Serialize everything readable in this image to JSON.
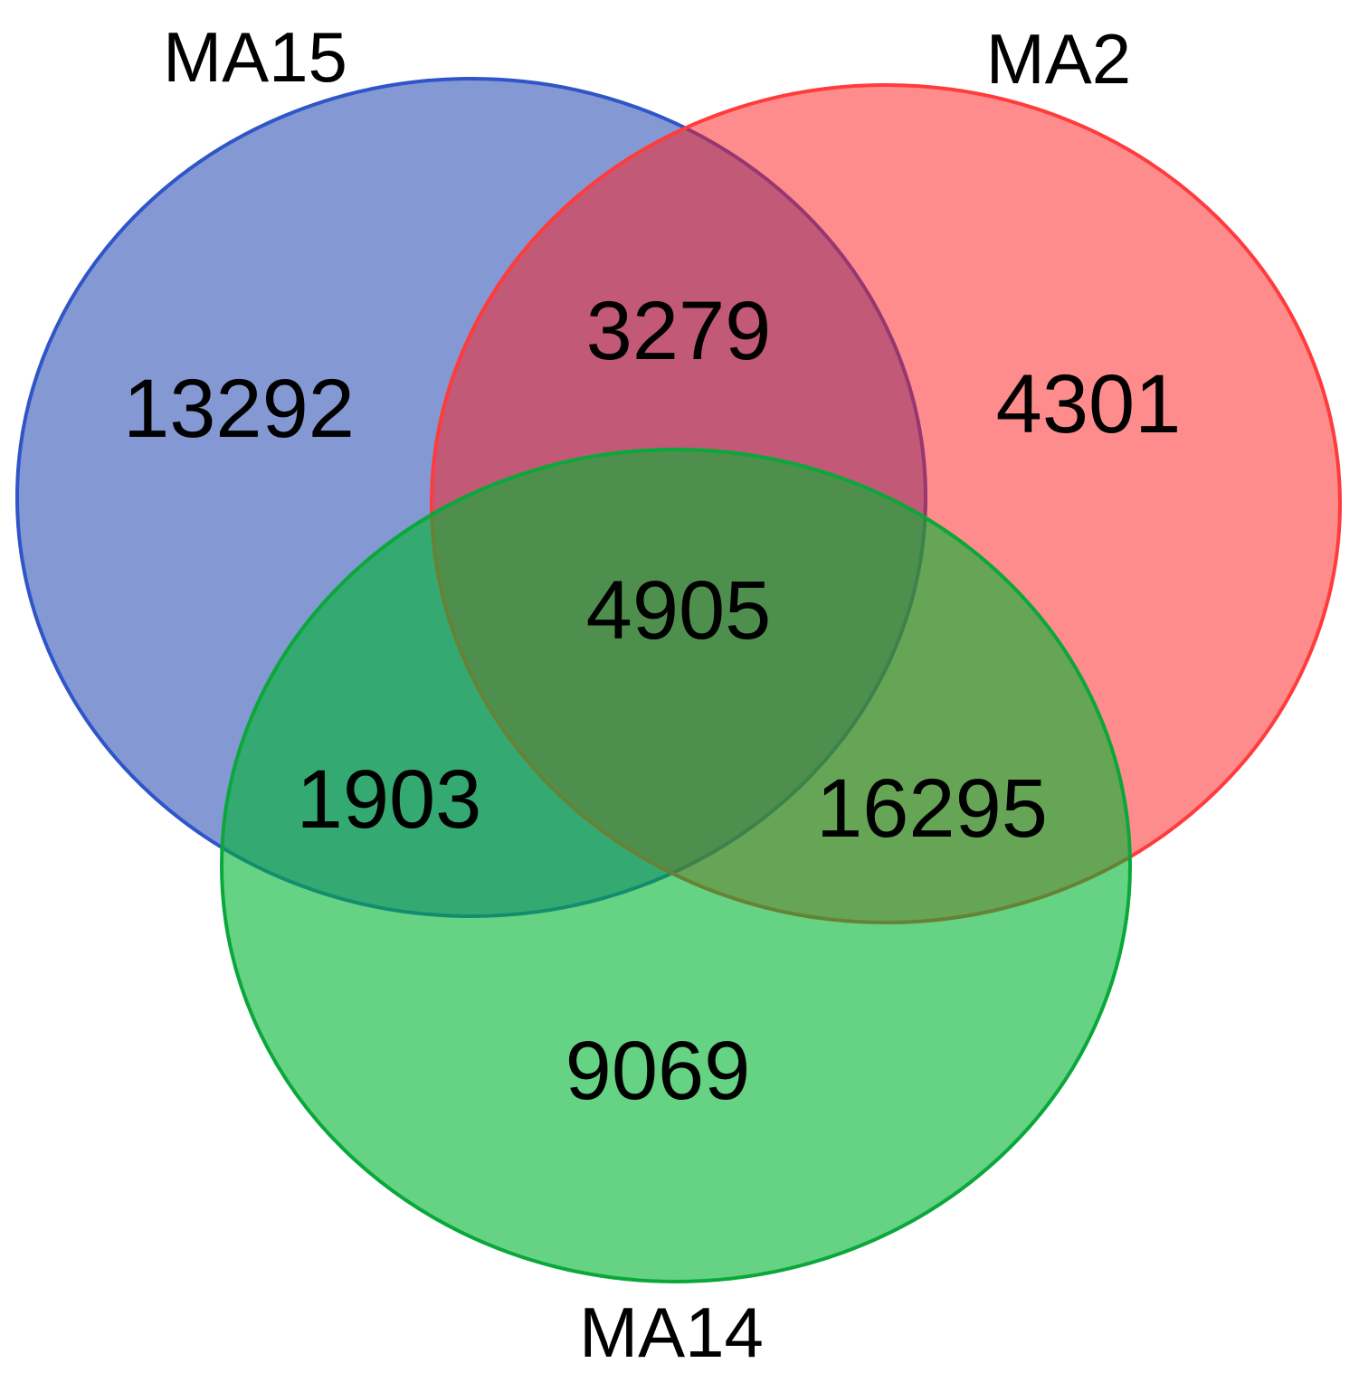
{
  "sets": [
    {
      "id": "ma15",
      "label": "MA15",
      "fill": "#0a32a8",
      "stroke": "#2f55c8",
      "fill_opacity": 0.5
    },
    {
      "id": "ma2",
      "label": "MA2",
      "fill": "#ff1a1a",
      "stroke": "#ff3b3b",
      "fill_opacity": 0.5
    },
    {
      "id": "ma14",
      "label": "MA14",
      "fill": "#00b432",
      "stroke": "#0aa83a",
      "fill_opacity": 0.6
    }
  ],
  "regions": {
    "ma15_only": "13292",
    "ma2_only": "4301",
    "ma14_only": "9069",
    "ma15_ma2": "3279",
    "ma15_ma14": "1903",
    "ma2_ma14": "16295",
    "all_three": "4905"
  }
}
